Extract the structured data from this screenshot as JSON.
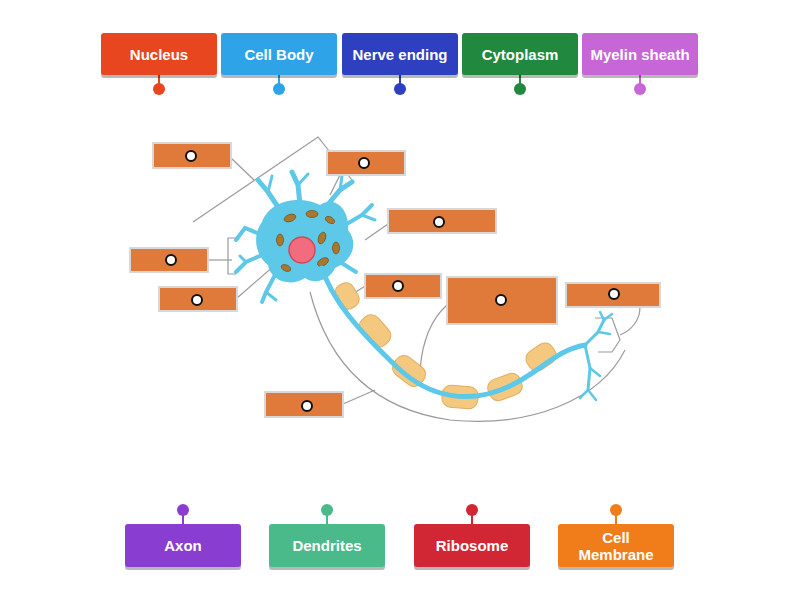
{
  "diagram": {
    "nodes": [
      {
        "text": [
          "Nucleus"
        ]
      },
      {
        "text": [
          "Cell Body"
        ]
      },
      {
        "text": [
          "Nerve ending"
        ]
      },
      {
        "text": [
          "Cytoplasm"
        ]
      },
      {
        "text": [
          "Myelin sheath"
        ]
      },
      {
        "text": [
          "Axon"
        ]
      },
      {
        "text": [
          "Dendrites"
        ]
      },
      {
        "text": [
          "Ribosome"
        ]
      },
      {
        "text": [
          "Cell Membrane"
        ]
      }
    ]
  }
}
